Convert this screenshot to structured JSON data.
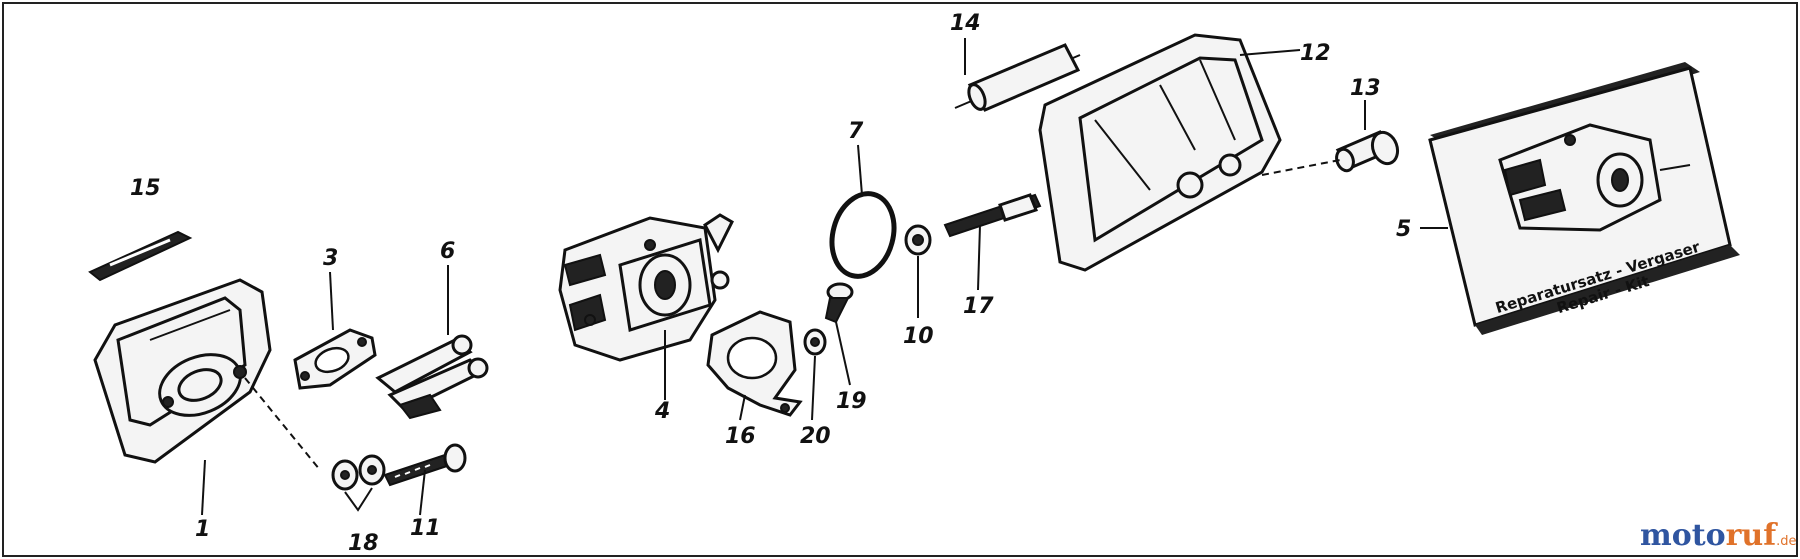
{
  "callouts": {
    "n1": "1",
    "n3": "3",
    "n4": "4",
    "n5": "5",
    "n6": "6",
    "n7": "7",
    "n10": "10",
    "n11": "11",
    "n12": "12",
    "n13": "13",
    "n14": "14",
    "n15": "15",
    "n16": "16",
    "n17": "17",
    "n18": "18",
    "n19": "19",
    "n20": "20"
  },
  "kit_box": {
    "line1": "Reparatursatz - Vergaser",
    "line2": "Repair - Kit"
  },
  "watermark": {
    "part1": "moto",
    "part2": "ruf",
    "suffix": ".de"
  },
  "colors": {
    "line": "#111111",
    "logo_blue": "#2f55a0",
    "logo_orange": "#e0722a"
  }
}
